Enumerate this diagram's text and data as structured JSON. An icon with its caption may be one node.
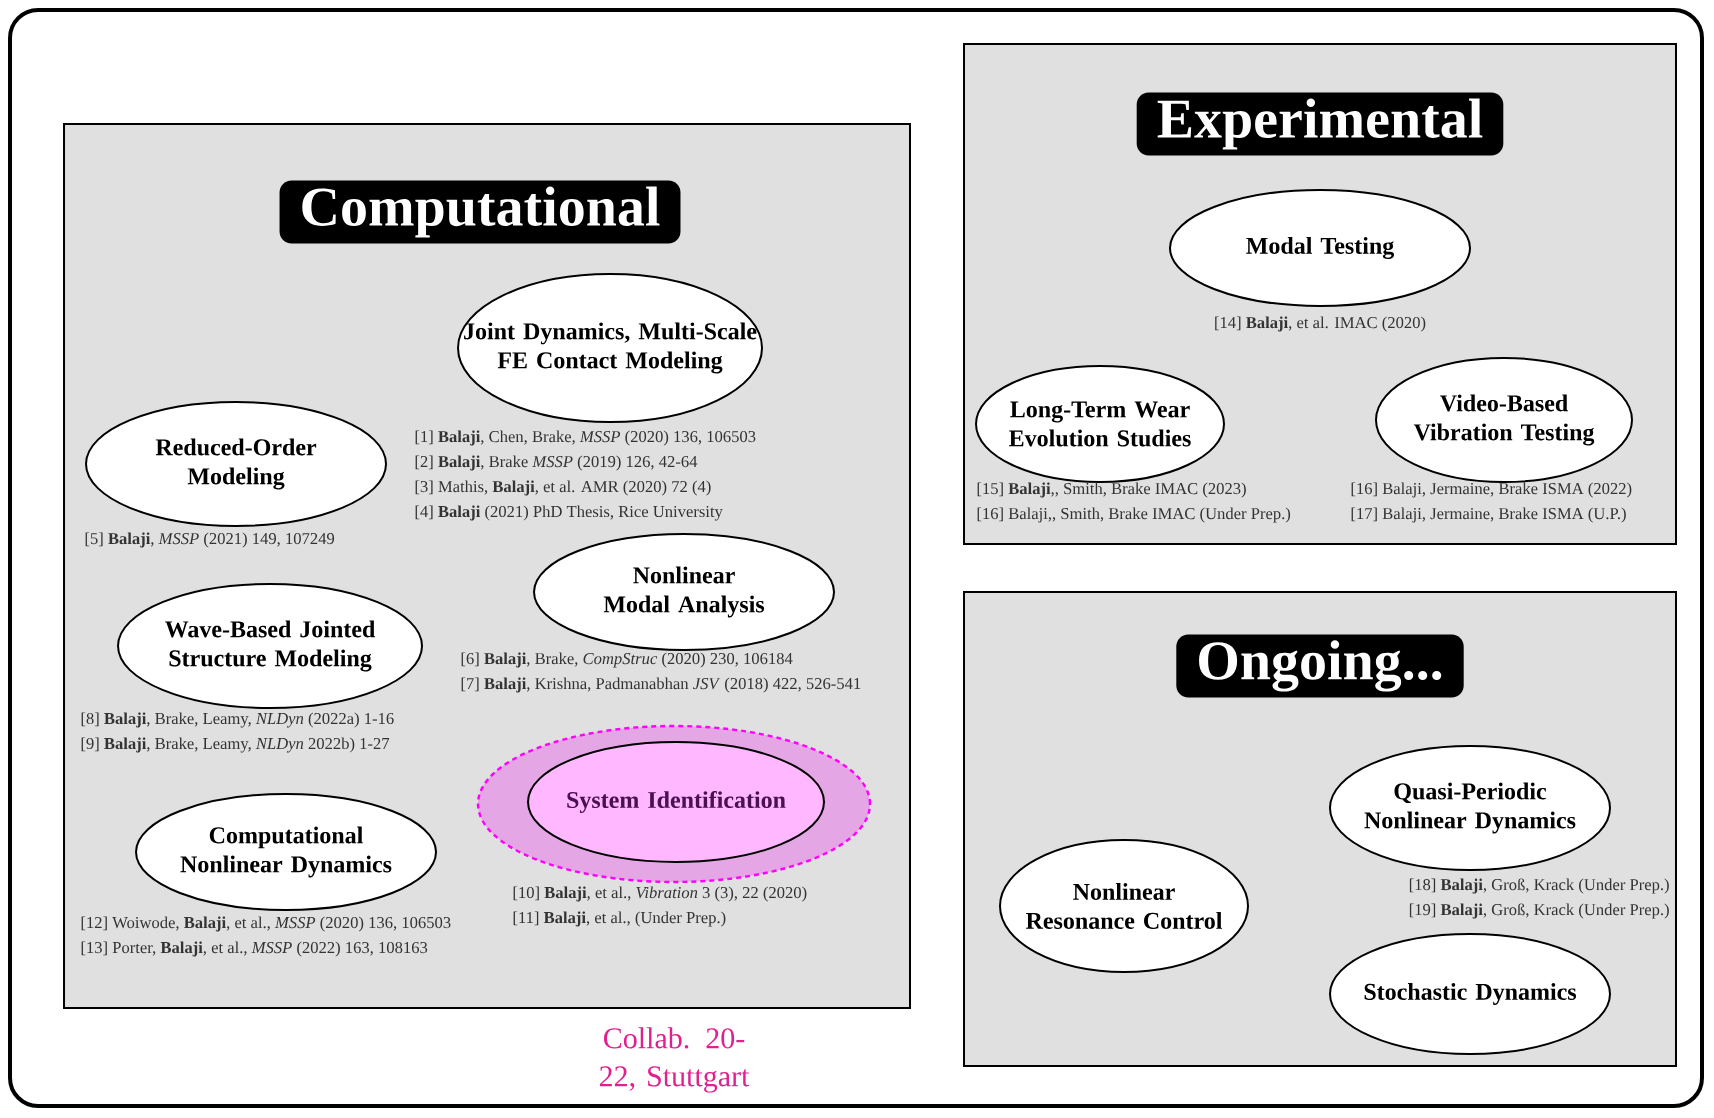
{
  "diagram": {
    "nodes": [
      {
        "text": [
          "Computational"
        ]
      },
      {
        "text": [
          "Joint Dynamics, Multi-Scale FE Contact Modeling"
        ],
        "in": 0,
        "beside": [
          "[1] **Balaji**, Chen, Brake, *MSSP* (2020) 136, 106503",
          "[2] **Balaji**, Brake *MSSP* (2019) 126, 42-64",
          "[3] Mathis, **Balaji**, et al. AMR (2020) 72 (4)",
          "[4] **Balaji** (2021) PhD Thesis, Rice University"
        ]
      },
      {
        "text": [
          "Reduced-Order Modeling"
        ],
        "in": 0,
        "beside": [
          "[5] **Balaji**, *MSSP* (2021) 149, 107249"
        ]
      },
      {
        "text": [
          "Nonlinear Modal Analysis"
        ],
        "in": 0,
        "beside": [
          "[6] **Balaji**, Brake, *CompStruc* (2020) 230, 106184",
          "[7] **Balaji**, Krishna, Padmanabhan *JSV* (2018) 422, 526-541"
        ]
      },
      {
        "text": [
          "Wave-Based Jointed Structure Modeling"
        ],
        "in": 0,
        "beside": [
          "[8] **Balaji**, Brake, Leamy, *NLDyn* (2022a) 1-16",
          "[9] **Balaji**, Brake, Leamy, *NLDyn* 2022b) 1-27"
        ]
      },
      {
        "text": [
          "Computational Nonlinear Dynamics"
        ],
        "in": 0,
        "beside": [
          "[12] Woiwode, **Balaji**, et al., *MSSP* (2020) 136, 106503",
          "[13] Porter, **Balaji**, et al., *MSSP* (2022) 163, 108163"
        ]
      },
      {
        "text": [
          "System Identification"
        ],
        "in": 0,
        "beside": [
          "[10] **Balaji**, et al., *Vibration* 3 (3), 22 (2020)",
          "[11] **Balaji**, et al., (Under Prep.)"
        ]
      },
      {
        "text": [
          "Experimental"
        ]
      },
      {
        "text": [
          "Modal Testing"
        ],
        "in": 7,
        "beside": [
          "[14] **Balaji**, et al. IMAC (2020)"
        ]
      },
      {
        "text": [
          "Long-Term Wear Evolution Studies"
        ],
        "in": 7,
        "beside": [
          "[15] **Balaji**,, Smith, Brake IMAC (2023)",
          "[16] Balaji,, Smith, Brake IMAC (Under Prep.)"
        ]
      },
      {
        "text": [
          "Video-Based Vibration Testing"
        ],
        "in": 7,
        "beside": [
          "[16] Balaji, Jermaine, Brake ISMA (2022)",
          "[17] Balaji, Jermaine, Brake ISMA (U.P.)"
        ]
      },
      {
        "text": [
          "Ongoing..."
        ]
      },
      {
        "text": [
          "Quasi-Periodic Nonlinear Dynamics"
        ],
        "in": 11,
        "beside": [
          "[18] **Balaji**, Groß, Krack (Under Prep.)",
          "[19] **Balaji**, Groß, Krack (Under Prep.)"
        ]
      },
      {
        "text": [
          "Nonlinear Resonance Control"
        ],
        "in": 11
      },
      {
        "text": [
          "Stochastic Dynamics"
        ],
        "in": 11
      }
    ],
    "labels": [
      "Collab. 20-22, Stuttgart"
    ]
  }
}
